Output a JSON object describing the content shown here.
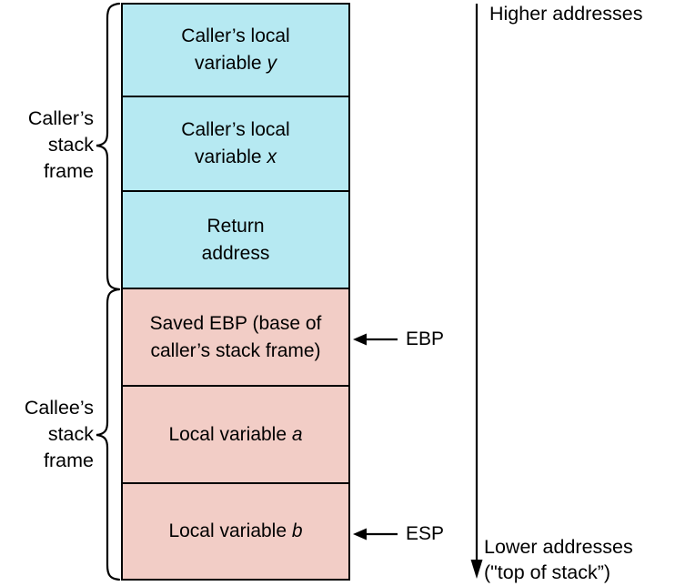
{
  "colors": {
    "caller_fill": "#b6e9f2",
    "callee_fill": "#f2cdc6",
    "line": "#000000",
    "text": "#000000",
    "background": "#ffffff"
  },
  "stack": {
    "rows": [
      {
        "name": "callers-local-variable-y",
        "group": "caller",
        "lines": [
          "Caller’s local",
          "variable "
        ],
        "var": "y"
      },
      {
        "name": "callers-local-variable-x",
        "group": "caller",
        "lines": [
          "Caller’s local",
          "variable "
        ],
        "var": "x"
      },
      {
        "name": "return-address",
        "group": "caller",
        "lines": [
          "Return",
          "address"
        ],
        "var": ""
      },
      {
        "name": "saved-ebp",
        "group": "callee",
        "lines": [
          "Saved EBP (base of",
          "caller’s stack frame)"
        ],
        "var": ""
      },
      {
        "name": "local-variable-a",
        "group": "callee",
        "lines": [
          "Local variable "
        ],
        "var": "a"
      },
      {
        "name": "local-variable-b",
        "group": "callee",
        "lines": [
          "Local variable "
        ],
        "var": "b"
      }
    ]
  },
  "groups": [
    {
      "label_lines": [
        "Caller’s",
        "stack",
        "frame"
      ]
    },
    {
      "label_lines": [
        "Callee’s",
        "stack",
        "frame"
      ]
    }
  ],
  "pointers": [
    {
      "label": "EBP"
    },
    {
      "label": "ESP"
    }
  ],
  "address_axis": {
    "top_label": "Higher addresses",
    "bottom_label_lines": [
      "Lower addresses",
      "(\"top of stack”)"
    ]
  }
}
